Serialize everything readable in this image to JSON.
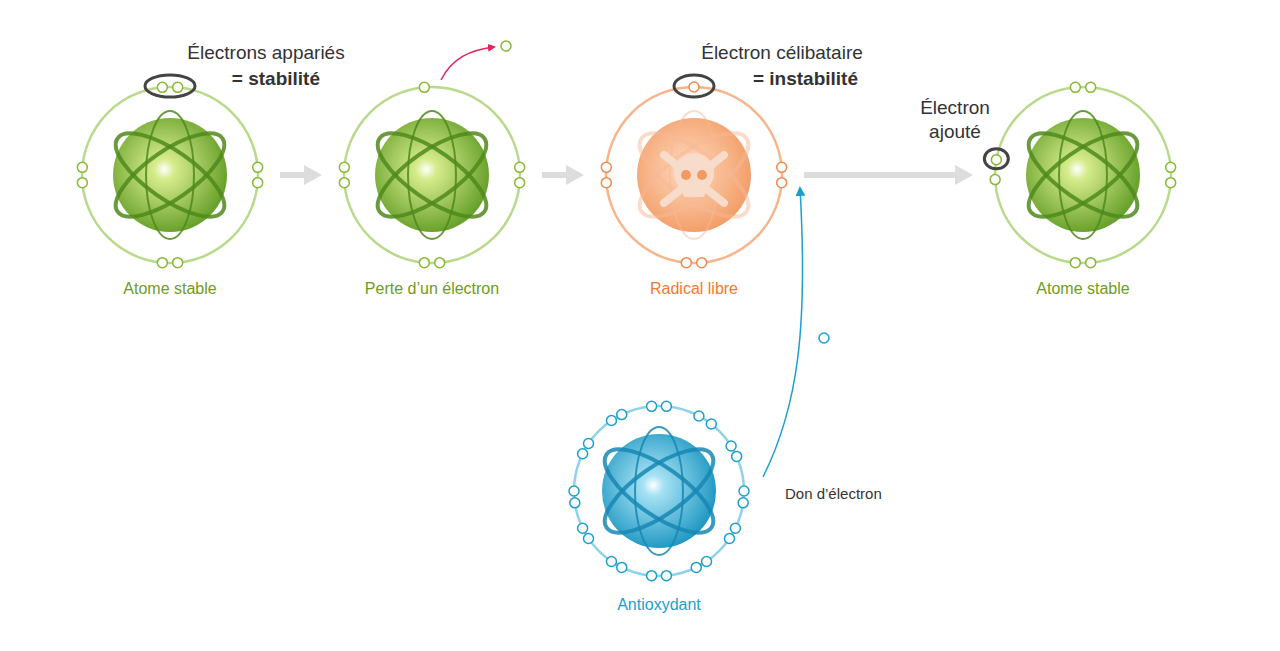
{
  "diagram": {
    "nodes": [
      {
        "text": [
          "Atome stable"
        ]
      },
      {
        "text": [
          "Perte d’un électron"
        ]
      },
      {
        "text": [
          "Radical libre"
        ]
      },
      {
        "text": [
          "Atome stable"
        ]
      },
      {
        "text": [
          "Antioxydant"
        ]
      }
    ],
    "edges": [
      {
        "from": 0,
        "to": 1,
        "arrow": "to"
      },
      {
        "from": 1,
        "to": 2,
        "arrow": "to"
      },
      {
        "from": 2,
        "to": 3,
        "arrow": "to"
      },
      {
        "from": 4,
        "to": 2,
        "arrow": "to",
        "label": "Don d’électron"
      }
    ],
    "labels": [
      "Électrons appariés",
      "= stabilité",
      "Électron célibataire",
      "= instabilité",
      "Électron ajouté"
    ]
  }
}
